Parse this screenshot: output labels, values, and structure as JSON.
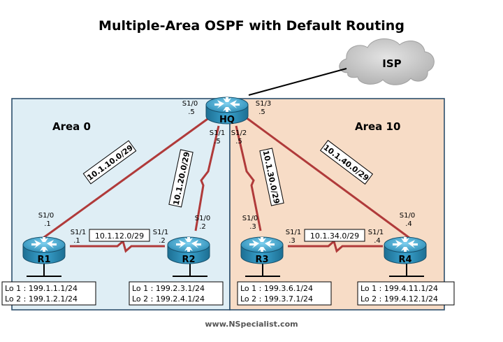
{
  "title": "Multiple-Area OSPF with Default Routing",
  "footer": "www.NSpecialist.com",
  "colors": {
    "area0": "#dfeef5",
    "area10": "#f7dcc6",
    "link": "#b03a3a",
    "router": "#2f8fb8",
    "cloud": "#c8c8c8"
  },
  "isp": {
    "label": "ISP"
  },
  "areas": [
    {
      "label": "Area 0"
    },
    {
      "label": "Area 10"
    }
  ],
  "routers": [
    {
      "name": "HQ"
    },
    {
      "name": "R1"
    },
    {
      "name": "R2"
    },
    {
      "name": "R3"
    },
    {
      "name": "R4"
    }
  ],
  "interfaces": {
    "hq_s10": [
      "S1/0",
      ".5"
    ],
    "hq_s13": [
      "S1/3",
      ".5"
    ],
    "hq_s11": [
      "S1/1",
      ".5"
    ],
    "hq_s12": [
      "S1/2",
      ".5"
    ],
    "r1_s10": [
      "S1/0",
      ".1"
    ],
    "r1_s11": [
      "S1/1",
      ".1"
    ],
    "r2_s11": [
      "S1/1",
      ".2"
    ],
    "r2_s10": [
      "S1/0",
      ".2"
    ],
    "r3_s10": [
      "S1/0",
      ".3"
    ],
    "r3_s11": [
      "S1/1",
      ".3"
    ],
    "r4_s11": [
      "S1/1",
      ".4"
    ],
    "r4_s10": [
      "S1/0",
      ".4"
    ]
  },
  "subnets": {
    "hq_r1": "10.1.10.0/29",
    "hq_r2": "10.1.20.0/29",
    "hq_r3": "10.1.30.0/29",
    "hq_r4": "10.1.40.0/29",
    "r1_r2": "10.1.12.0/29",
    "r3_r4": "10.1.34.0/29"
  },
  "loopbacks": {
    "r1": [
      "Lo 1 : 199.1.1.1/24",
      "Lo 2 : 199.1.2.1/24"
    ],
    "r2": [
      "Lo 1 : 199.2.3.1/24",
      "Lo 2 : 199.2.4.1/24"
    ],
    "r3": [
      "Lo 1 : 199.3.6.1/24",
      "Lo 2 : 199.3.7.1/24"
    ],
    "r4": [
      "Lo 1 : 199.4.11.1/24",
      "Lo 2 : 199.4.12.1/24"
    ]
  }
}
